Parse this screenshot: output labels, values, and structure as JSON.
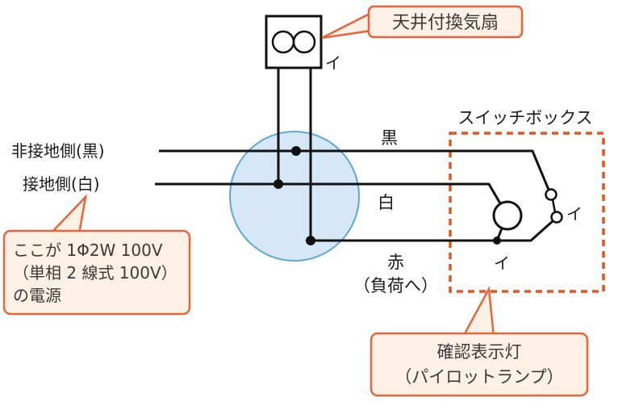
{
  "diagram_type": "wiring-diagram",
  "colors": {
    "wire": "#111111",
    "callout_fill": "#fdf0e5",
    "callout_border": "#e8643c",
    "switch_box_border": "#e8531f",
    "junction_fill": "#d6e8f7",
    "junction_border": "#5fa8d3",
    "label_text": "#1a1a1a"
  },
  "labels": {
    "fan_callout": "天井付換気扇",
    "switch_box": "スイッチボックス",
    "non_grounded_side": "非接地側(黒)",
    "grounded_side": "接地側(白)",
    "wire_black": "黒",
    "wire_white": "白",
    "wire_red": "赤",
    "to_load": "（負荷へ）",
    "fan_mark": "イ",
    "switch_mark": "イ",
    "lamp_mark": "イ",
    "power_callout_line1": "ここが 1Φ2W 100V",
    "power_callout_line2": "（単相 2 線式 100V）",
    "power_callout_line3": "の電源",
    "pilot_callout_line1": "確認表示灯",
    "pilot_callout_line2": "（パイロットランプ）"
  }
}
